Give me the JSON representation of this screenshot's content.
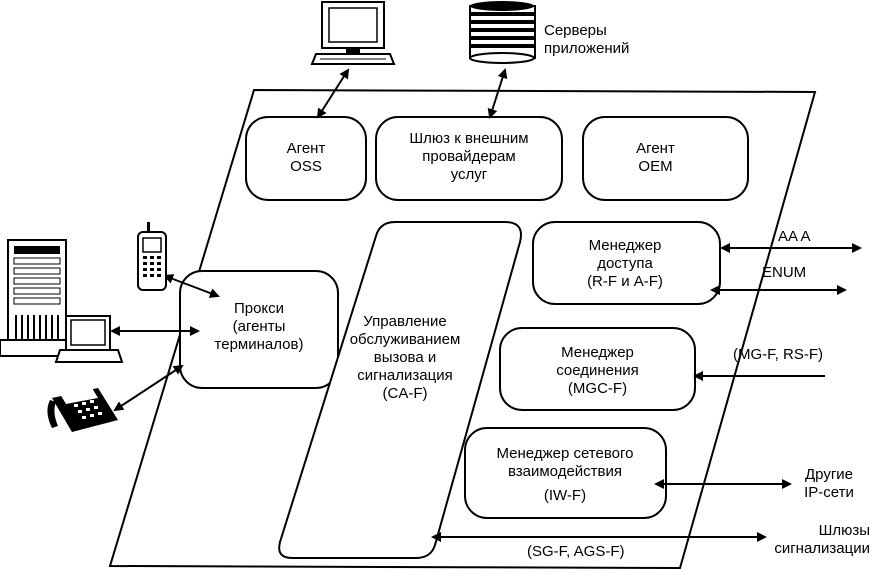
{
  "agent_oss": [
    "Агент",
    "OSS"
  ],
  "gateway": [
    "Шлюз к внешним",
    "провайдерам",
    "услуг"
  ],
  "agent_oem": [
    "Агент",
    "OEM"
  ],
  "access_manager": [
    "Менеджер",
    "доступа",
    "(R-F и A-F)"
  ],
  "proxy": [
    "Прокси",
    "(агенты",
    "терминалов)"
  ],
  "call_control": [
    "Управление",
    "обслуживанием",
    "вызова и",
    "сигнализация",
    "(CA-F)"
  ],
  "connection_manager": [
    "Менеджер",
    "соединения",
    "(MGC-F)"
  ],
  "interworking_manager": [
    "Менеджер сетевого",
    "взаимодействия",
    "(IW-F)"
  ],
  "app_servers": [
    "Серверы",
    "приложений"
  ],
  "aaa": "AA A",
  "enum": "ENUM",
  "mg_rs": "(MG-F, RS-F)",
  "other_ip": [
    "Другие",
    "IP-сети"
  ],
  "signaling_gateways": [
    "Шлюзы",
    "сигнализации"
  ],
  "sg_ags": "(SG-F, AGS-F)"
}
